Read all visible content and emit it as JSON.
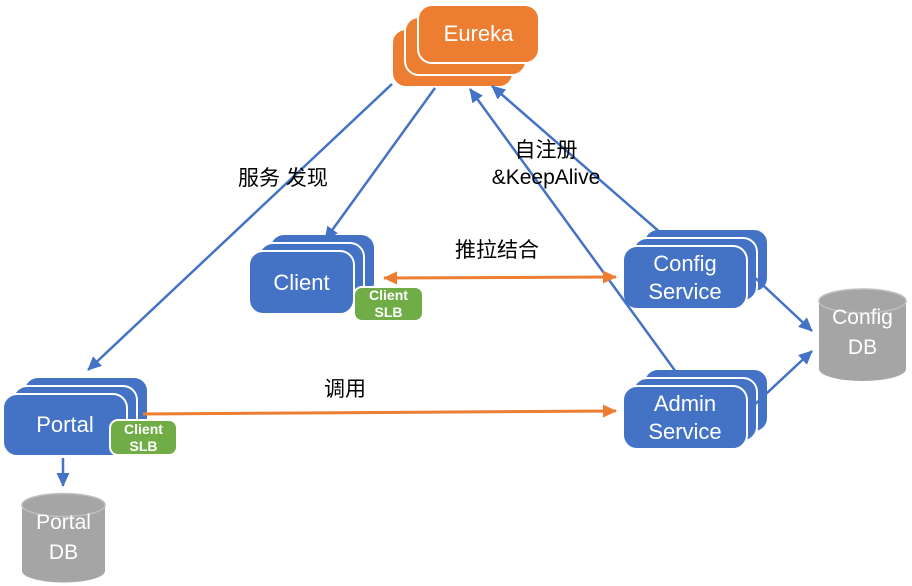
{
  "diagram_title": "Eureka service discovery architecture",
  "colors": {
    "node_blue": "#4472C4",
    "node_orange": "#ED7D31",
    "badge_green": "#70AD47",
    "db_gray": "#A5A5A5",
    "arrow_blue": "#4472C4",
    "arrow_orange": "#ED7D31",
    "label_text": "#000000"
  },
  "nodes": {
    "eureka": {
      "label": "Eureka"
    },
    "client": {
      "label": "Client"
    },
    "portal": {
      "label": "Portal"
    },
    "config_service": {
      "line1": "Config",
      "line2": "Service"
    },
    "admin_service": {
      "line1": "Admin",
      "line2": "Service"
    },
    "config_db": {
      "line1": "Config",
      "line2": "DB"
    },
    "portal_db": {
      "line1": "Portal",
      "line2": "DB"
    },
    "client_slb": {
      "line1": "Client",
      "line2": "SLB"
    },
    "portal_slb": {
      "line1": "Client",
      "line2": "SLB"
    }
  },
  "labels": {
    "service_discovery": "服务 发现",
    "self_register": "自注册",
    "keepalive": "&KeepAlive",
    "push_pull": "推拉结合",
    "invoke": "调用"
  },
  "edges": [
    {
      "from": "eureka",
      "to": "client",
      "color": "blue",
      "direction": "one-way",
      "label": "服务 发现"
    },
    {
      "from": "eureka",
      "to": "portal",
      "color": "blue",
      "direction": "one-way",
      "label": "服务 发现"
    },
    {
      "from": "config_service",
      "to": "eureka",
      "color": "blue",
      "direction": "one-way",
      "label": "自注册 &KeepAlive"
    },
    {
      "from": "admin_service",
      "to": "eureka",
      "color": "blue",
      "direction": "one-way",
      "label": "自注册 &KeepAlive"
    },
    {
      "from": "client",
      "to": "config_service",
      "color": "orange",
      "direction": "two-way",
      "label": "推拉结合"
    },
    {
      "from": "portal",
      "to": "admin_service",
      "color": "orange",
      "direction": "one-way",
      "label": "调用"
    },
    {
      "from": "portal",
      "to": "portal_db",
      "color": "blue",
      "direction": "one-way",
      "label": ""
    },
    {
      "from": "config_service",
      "to": "config_db",
      "color": "blue",
      "direction": "one-way",
      "label": ""
    },
    {
      "from": "admin_service",
      "to": "config_db",
      "color": "blue",
      "direction": "one-way",
      "label": ""
    }
  ]
}
